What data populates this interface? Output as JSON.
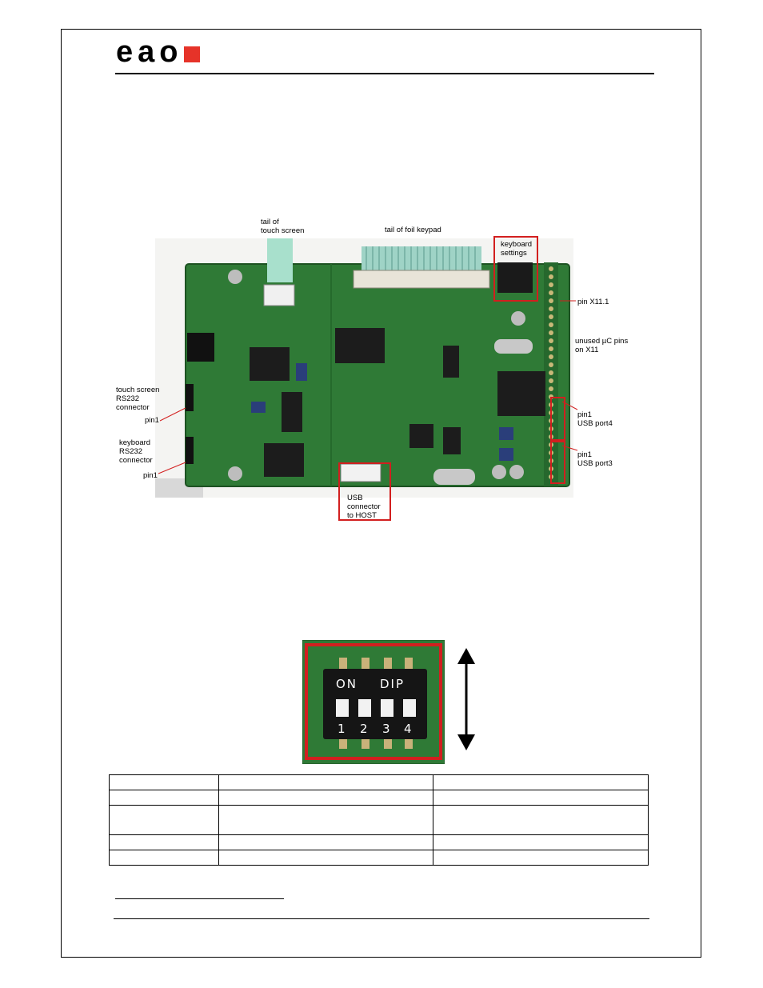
{
  "header": {
    "logo_text": "eao",
    "logo_color": "#e63329"
  },
  "pcb_labels": {
    "tail_touch": "tail  of\ntouch screen",
    "tail_foil": "tail of foil keypad",
    "keyboard_settings": "keyboard\nsettings",
    "pin_x11": "pin X11.1",
    "unused_pins": "unused µC pins\non X11",
    "touch_rs232": "touch screen\nRS232\nconnector",
    "pin1_a": "pin1",
    "keyboard_rs232": "keyboard\nRS232\nconnector",
    "pin1_b": "pin1",
    "usb_port4": "pin1\nUSB port4",
    "usb_port3": "pin1\nUSB port3",
    "usb_host": "USB\nconnector\nto HOST"
  },
  "dip": {
    "on_label": "ON",
    "dip_label": "DIP",
    "numbers": [
      "1",
      "2",
      "3",
      "4"
    ]
  },
  "colors": {
    "highlight_red": "#d21f1f",
    "pcb_green": "#2f7a36"
  }
}
